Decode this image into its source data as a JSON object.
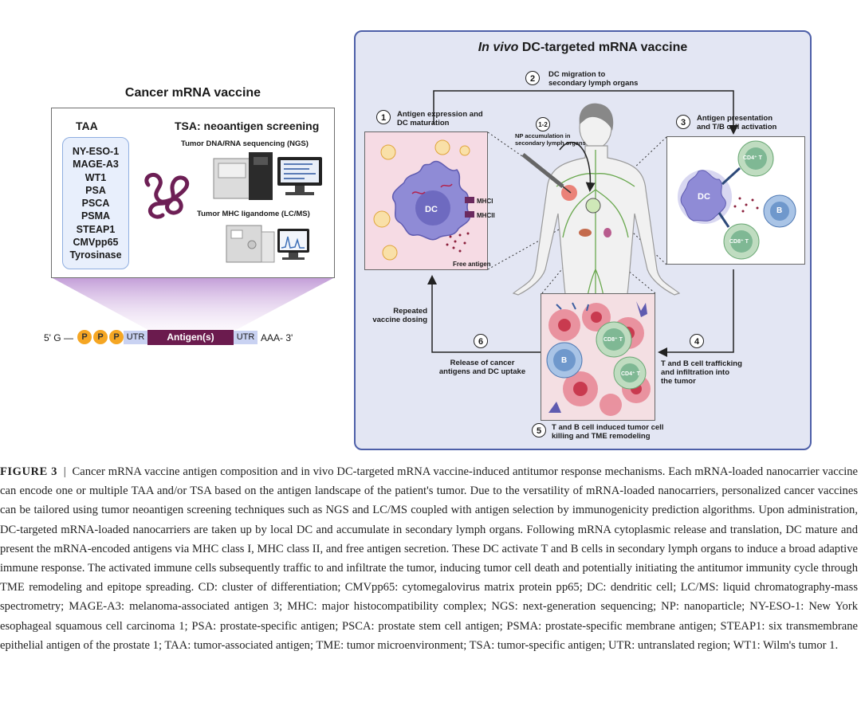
{
  "left": {
    "title": "Cancer mRNA vaccine",
    "taa_title": "TAA",
    "tsa_title": "TSA: neoantigen screening",
    "taa_items": [
      "NY-ESO-1",
      "MAGE-A3",
      "WT1",
      "PSA",
      "PSCA",
      "PSMA",
      "STEAP1",
      "CMVpp65",
      "Tyrosinase"
    ],
    "ngs_label": "Tumor DNA/RNA sequencing (NGS)",
    "mhc_label": "Tumor MHC ligandome (LC/MS)"
  },
  "mrna": {
    "five_prime": "5' G —",
    "p": "P",
    "utr": "UTR",
    "antigen": "Antigen(s)",
    "three_prime": "AAA- 3'"
  },
  "right": {
    "title_italic": "In vivo",
    "title_rest": " DC-targeted mRNA vaccine",
    "steps": {
      "s1_num": "1",
      "s1_label_a": "Antigen expression and",
      "s1_label_b": "DC maturation",
      "s12_num": "1-2",
      "s12_label_a": "NP accumulation in",
      "s12_label_b": "secondary lymph organs",
      "s2_num": "2",
      "s2_label_a": "DC migration to",
      "s2_label_b": "secondary lymph organs",
      "s3_num": "3",
      "s3_label_a": "Antigen presentation",
      "s3_label_b": "and T/B cell activation",
      "s4_num": "4",
      "s4_label_a": "T and B cell trafficking",
      "s4_label_b": "and infiltration into",
      "s4_label_c": "the tumor",
      "s5_num": "5",
      "s5_label_a": "T and B cell induced tumor cell",
      "s5_label_b": "killing and TME remodeling",
      "s6_num": "6",
      "s6_label_a": "Release of cancer",
      "s6_label_b": "antigens and DC uptake",
      "repeat_a": "Repeated",
      "repeat_b": "vaccine dosing"
    },
    "box1": {
      "dc": "DC",
      "mhci": "MHCI",
      "mhcii": "MHCII",
      "free_antigen": "Free antigen"
    },
    "box3": {
      "dc": "DC",
      "cd4": "CD4⁺ T",
      "cd8": "CD8⁺ T",
      "b": "B"
    },
    "box5": {
      "cd8": "CD8⁺ T",
      "cd4": "CD4⁺ T",
      "b": "B"
    }
  },
  "caption": {
    "label": "FIGURE 3",
    "sep": "  |  ",
    "text": "Cancer mRNA vaccine antigen composition and in vivo DC-targeted mRNA vaccine-induced antitumor response mechanisms. Each mRNA-loaded nanocarrier vaccine can encode one or multiple TAA and/or TSA based on the antigen landscape of the patient's tumor. Due to the versatility of mRNA-loaded nanocarriers, personalized cancer vaccines can be tailored using tumor neoantigen screening techniques such as NGS and LC/MS coupled with antigen selection by immunogenicity prediction algorithms. Upon administration, DC-targeted mRNA-loaded nanocarriers are taken up by local DC and accumulate in secondary lymph organs. Following mRNA cytoplasmic release and translation, DC mature and present the mRNA-encoded antigens via MHC class I, MHC class II, and free antigen secretion. These DC activate T and B cells in secondary lymph organs to induce a broad adaptive immune response. The activated immune cells subsequently traffic to and infiltrate the tumor, inducing tumor cell death and potentially initiating the antitumor immunity cycle through TME remodeling and epitope spreading. CD: cluster of differentiation; CMVpp65: cytomegalovirus matrix protein pp65; DC: dendritic cell; LC/MS: liquid chromatography-mass spectrometry; MAGE-A3: melanoma-associated antigen 3; MHC: major histocompatibility complex; NGS: next-generation sequencing; NP: nanoparticle; NY-ESO-1: New York esophageal squamous cell carcinoma 1; PSA: prostate-specific antigen; PSCA: prostate stem cell antigen; PSMA: prostate-specific membrane antigen; STEAP1: six transmembrane epithelial antigen of the prostate 1; TAA: tumor-associated antigen; TME: tumor microenvironment; TSA: tumor-specific antigen; UTR: untranslated region; WT1: Wilm's tumor 1."
  }
}
